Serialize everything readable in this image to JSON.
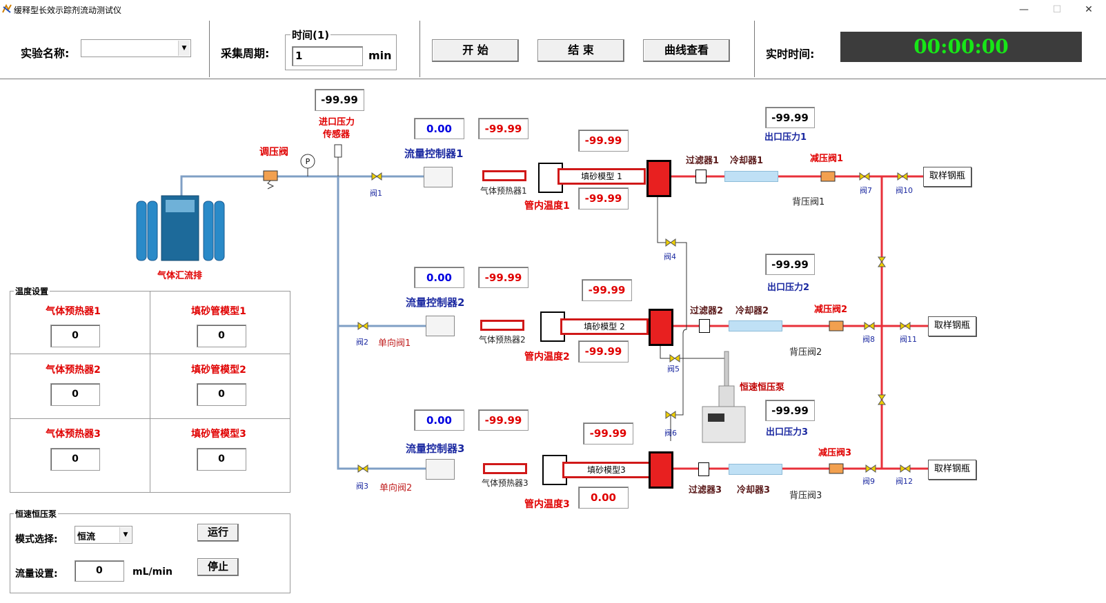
{
  "window": {
    "title": "缓释型长效示踪剂流动测试仪"
  },
  "toolbar": {
    "experiment_label": "实验名称:",
    "experiment_value": "",
    "period_label": "采集周期:",
    "time_group": "时间(1)",
    "period_value": "1",
    "period_unit": "min",
    "start": "开 始",
    "end": "结 束",
    "curve": "曲线查看",
    "realtime_label": "实时时间:",
    "clock": "00:00:00"
  },
  "diagram": {
    "inlet_pressure_value": "-99.99",
    "inlet_pressure_label_1": "进口压力",
    "inlet_pressure_label_2": "传感器",
    "regulator_label": "调压阀",
    "manifold_label": "气体汇流排",
    "pump_label": "恒速恒压泵",
    "gauge_symbol": "P",
    "lines": [
      {
        "flow_value": "0.00",
        "heater_value": "-99.99",
        "model_value": "-99.99",
        "tube_temp_value": "-99.99",
        "flow_label": "流量控制器1",
        "heater_label": "气体预热器1",
        "model_label": "填砂模型 1",
        "tube_temp_label": "管内温度1",
        "filter_label": "过滤器1",
        "cooler_label": "冷却器1",
        "outlet_label": "出口压力1",
        "outlet_value": "-99.99",
        "reducer_label": "减压阀1",
        "back_label": "背压阀1",
        "valve_a": "阀1",
        "valve_b": "阀7",
        "valve_c": "阀10",
        "check_label": "",
        "sample_label": "取样钢瓶"
      },
      {
        "flow_value": "0.00",
        "heater_value": "-99.99",
        "model_value": "-99.99",
        "tube_temp_value": "-99.99",
        "flow_label": "流量控制器2",
        "heater_label": "气体预热器2",
        "model_label": "填砂模型 2",
        "tube_temp_label": "管内温度2",
        "filter_label": "过滤器2",
        "cooler_label": "冷却器2",
        "outlet_label": "出口压力2",
        "outlet_value": "-99.99",
        "reducer_label": "减压阀2",
        "back_label": "背压阀2",
        "valve_a": "阀2",
        "valve_b": "阀8",
        "valve_c": "阀11",
        "check_label": "单向阀1",
        "sample_label": "取样钢瓶"
      },
      {
        "flow_value": "0.00",
        "heater_value": "-99.99",
        "model_value": "-99.99",
        "tube_temp_value": "0.00",
        "flow_label": "流量控制器3",
        "heater_label": "气体预热器3",
        "model_label": "填砂模型3",
        "tube_temp_label": "管内温度3",
        "filter_label": "过滤器3",
        "cooler_label": "冷却器3",
        "outlet_label": "出口压力3",
        "outlet_value": "-99.99",
        "reducer_label": "减压阀3",
        "back_label": "背压阀3",
        "valve_a": "阀3",
        "valve_b": "阀9",
        "valve_c": "阀12",
        "check_label": "单向阀2",
        "sample_label": "取样钢瓶"
      }
    ],
    "valve4": "阀4",
    "valve5": "阀5",
    "valve6": "阀6"
  },
  "temperature": {
    "title": "温度设置",
    "cells": [
      {
        "label": "气体预热器1",
        "value": "0"
      },
      {
        "label": "填砂管模型1",
        "value": "0"
      },
      {
        "label": "气体预热器2",
        "value": "0"
      },
      {
        "label": "填砂管模型2",
        "value": "0"
      },
      {
        "label": "气体预热器3",
        "value": "0"
      },
      {
        "label": "填砂管模型3",
        "value": "0"
      }
    ]
  },
  "pump": {
    "title": "恒速恒压泵",
    "mode_label": "模式选择:",
    "mode_value": "恒流",
    "run": "运行",
    "flow_label": "流量设置:",
    "flow_value": "0",
    "flow_unit": "mL/min",
    "stop": "停止"
  },
  "colors": {
    "pipe_blue": "#7f9fc5",
    "pipe_red": "#e8303a",
    "heater_red": "#d01818",
    "clock_green": "#17e617"
  }
}
